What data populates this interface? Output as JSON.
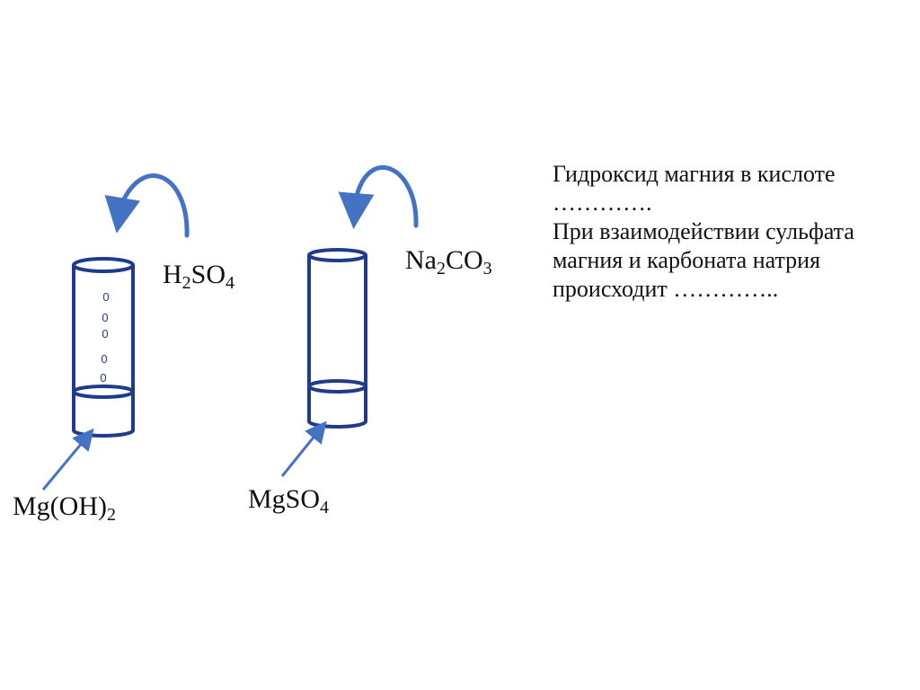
{
  "colors": {
    "tube_stroke": "#1f3b8c",
    "arrow_fill": "#4472c4"
  },
  "labels": {
    "acid": {
      "main": "H",
      "sub1": "2",
      "mid": "SO",
      "sub2": "4"
    },
    "carbonate": {
      "main": "Na",
      "sub1": "2",
      "mid": "CO",
      "sub2": "3"
    },
    "hydroxide": {
      "main": "Mg(OH)",
      "sub1": "2"
    },
    "sulfate": {
      "main": "MgSO",
      "sub1": "4"
    }
  },
  "bubble_glyph": "0",
  "text": {
    "lines": [
      "Гидроксид магния в кислоте",
      "………….",
      "При взаимодействии сульфата",
      "магния и карбоната натрия",
      "происходит ………….."
    ]
  }
}
